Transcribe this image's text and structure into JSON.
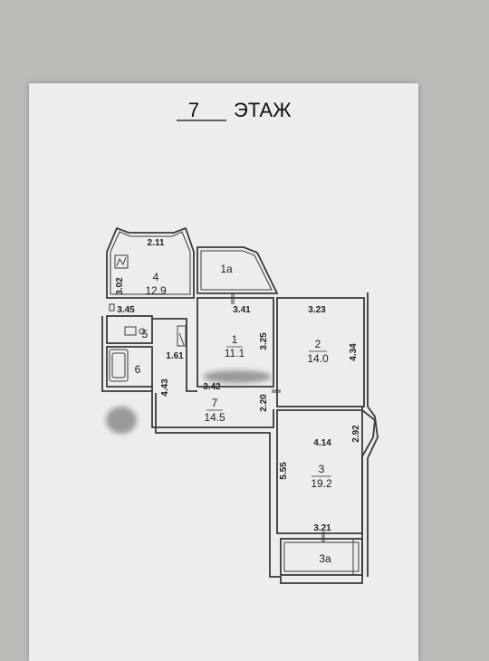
{
  "header": {
    "floor_number": "7",
    "floor_word": "ЭТАЖ"
  },
  "rooms": [
    {
      "id": "4",
      "number": "4",
      "area": "12.9"
    },
    {
      "id": "1a",
      "number": "1а",
      "area": ""
    },
    {
      "id": "1",
      "number": "1",
      "area": "11.1"
    },
    {
      "id": "2",
      "number": "2",
      "area": "14.0"
    },
    {
      "id": "5",
      "number": "5",
      "area": ""
    },
    {
      "id": "6",
      "number": "6",
      "area": ""
    },
    {
      "id": "7",
      "number": "7",
      "area": "14.5"
    },
    {
      "id": "3",
      "number": "3",
      "area": "19.2"
    },
    {
      "id": "3a",
      "number": "3а",
      "area": ""
    }
  ],
  "dimensions": {
    "d_2_11": "2.11",
    "d_3_02": "3.02",
    "d_3_45": "3.45",
    "d_3_41": "3.41",
    "d_3_25": "3.25",
    "d_3_23": "3.23",
    "d_4_34": "4.34",
    "d_1_61": "1.61",
    "d_4_43": "4.43",
    "d_3_42": "3.42",
    "d_2_20": "2.20",
    "d_4_14": "4.14",
    "d_2_92": "2.92",
    "d_5_55": "5.55",
    "d_3_21": "3.21"
  },
  "colors": {
    "wall": "#3a3a3a",
    "paper": "#ededed",
    "background": "#b9bcb7",
    "blur": "#9a9a9a"
  }
}
